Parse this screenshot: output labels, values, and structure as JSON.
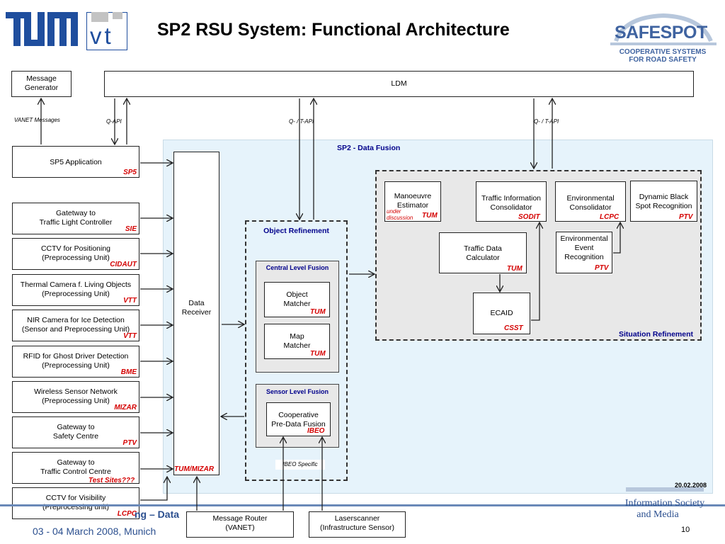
{
  "title": "SP2 RSU System: Functional Architecture",
  "logos": {
    "tum": "TUM",
    "vt": "vt",
    "safespot": "SAFESPOT",
    "safespot_sub1": "COOPERATIVE SYSTEMS",
    "safespot_sub2": "FOR ROAD SAFETY",
    "info_society1": "Information Society",
    "info_society2": "and Media"
  },
  "top": {
    "message_generator": "Message\nGenerator",
    "ldm": "LDM",
    "vanet_messages": "VANET Messages",
    "q_api": "Q-API",
    "qt_api_1": "Q- / T-API",
    "qt_api_2": "Q- / T-API"
  },
  "fusion": {
    "title": "SP2 - Data Fusion",
    "date": "20.02.2008"
  },
  "inputs": [
    {
      "label": "SP5 Application",
      "tag": "SP5"
    },
    {
      "label": "Gatetway to\nTraffic Light Controller",
      "tag": "SIE"
    },
    {
      "label": "CCTV for Positioning\n(Preprocessing Unit)",
      "tag": "CIDAUT"
    },
    {
      "label": "Thermal Camera f. Living Objects\n(Preprocessing Unit)",
      "tag": "VTT"
    },
    {
      "label": "NIR Camera for Ice Detection\n(Sensor and Preprocessing Unit)",
      "tag": "VTT"
    },
    {
      "label": "RFID for Ghost Driver Detection\n(Preprocessing Unit)",
      "tag": "BME"
    },
    {
      "label": "Wireless Sensor Network\n(Preprocessing Unit)",
      "tag": "MIZAR"
    },
    {
      "label": "Gateway to\nSafety Centre",
      "tag": "PTV"
    },
    {
      "label": "Gateway to\nTraffic Control Centre",
      "tag": "Test Sites???"
    },
    {
      "label": "CCTV for Visibility\n(Preprocessing unit)",
      "tag": "LCPC"
    }
  ],
  "data_receiver": {
    "label": "Data\nReceiver",
    "tag": "TUM/MIZAR"
  },
  "object_refinement": {
    "title": "Object Refinement",
    "central": {
      "title": "Central Level Fusion",
      "object_matcher": "Object\nMatcher",
      "object_matcher_tag": "TUM",
      "map_matcher": "Map\nMatcher",
      "map_matcher_tag": "TUM"
    },
    "sensor": {
      "title": "Sensor Level Fusion",
      "coop": "Cooperative\nPre-Data Fusion",
      "coop_tag": "IBEO"
    },
    "ibeo_specific": "IBEO Specific"
  },
  "situation": {
    "title": "Situation Refinement",
    "manoeuvre": "Manoeuvre\nEstimator",
    "manoeuvre_note": "under\ndiscussion",
    "manoeuvre_tag": "TUM",
    "tic": "Traffic Information\nConsolidator",
    "tic_tag": "SODIT",
    "env_cons": "Environmental\nConsolidator",
    "env_cons_tag": "LCPC",
    "dbs": "Dynamic Black\nSpot Recognition",
    "dbs_tag": "PTV",
    "tdc": "Traffic Data\nCalculator",
    "tdc_tag": "TUM",
    "eer": "Environmental\nEvent\nRecognition",
    "eer_tag": "PTV",
    "ecaid": "ECAID",
    "ecaid_tag": "CSST"
  },
  "bottom": {
    "message_router": "Message Router\n(VANET)",
    "laserscanner": "Laserscanner\n(Infrastructure Sensor)"
  },
  "footer": {
    "event_partial": "ng – Data",
    "date_place": "03 - 04 March 2008, Munich",
    "page": "10"
  }
}
